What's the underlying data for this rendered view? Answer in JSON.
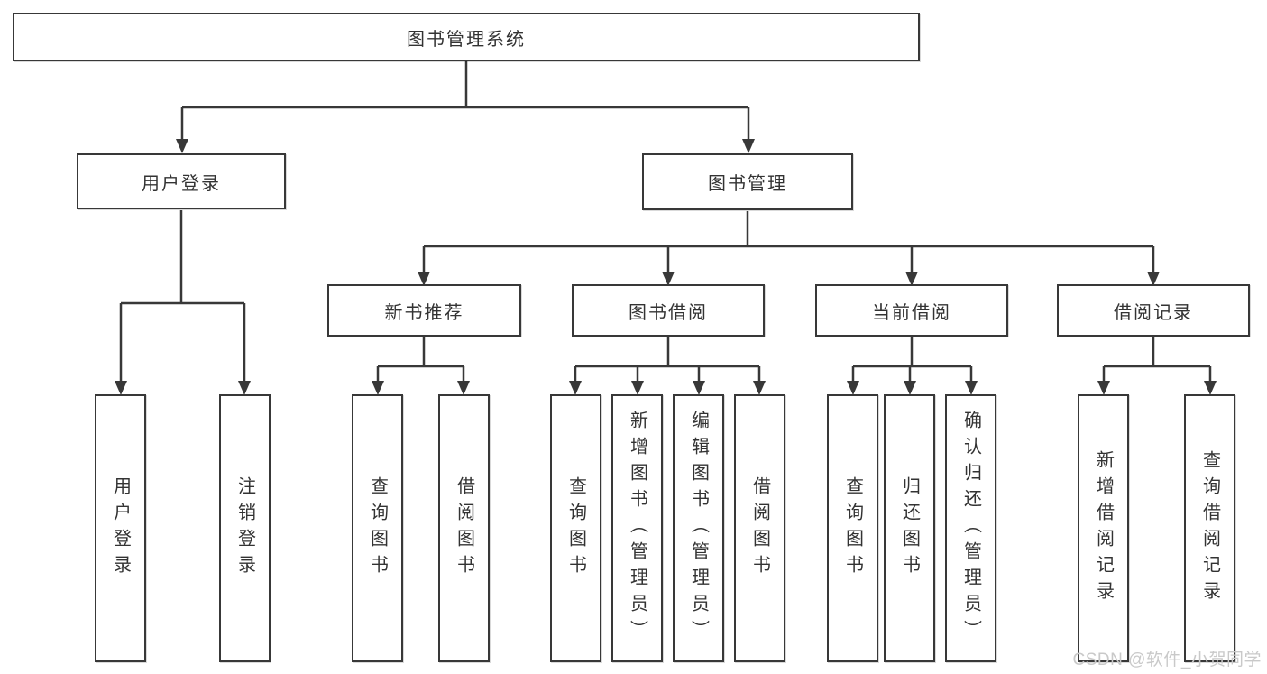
{
  "nodes": {
    "root": "图书管理系统",
    "l2_user_login": "用户登录",
    "l2_book_mgmt": "图书管理",
    "l3_new_book": "新书推荐",
    "l3_book_borrow": "图书借阅",
    "l3_current_borrow": "当前借阅",
    "l3_borrow_record": "借阅记录",
    "leaf_user_login": "用户登录",
    "leaf_logout": "注销登录",
    "leaf_nb_query": "查询图书",
    "leaf_nb_borrow": "借阅图书",
    "leaf_bb_query": "查询图书",
    "leaf_bb_add": "新增图书（管理员）",
    "leaf_bb_edit": "编辑图书（管理员）",
    "leaf_bb_borrow": "借阅图书",
    "leaf_cb_query": "查询图书",
    "leaf_cb_return": "归还图书",
    "leaf_cb_confirm": "确认归还（管理员）",
    "leaf_br_add": "新增借阅记录",
    "leaf_br_query": "查询借阅记录"
  },
  "structure": {
    "图书管理系统": {
      "用户登录": [
        "用户登录",
        "注销登录"
      ],
      "图书管理": {
        "新书推荐": [
          "查询图书",
          "借阅图书"
        ],
        "图书借阅": [
          "查询图书",
          "新增图书（管理员）",
          "编辑图书（管理员）",
          "借阅图书"
        ],
        "当前借阅": [
          "查询图书",
          "归还图书",
          "确认归还（管理员）"
        ],
        "借阅记录": [
          "新增借阅记录",
          "查询借阅记录"
        ]
      }
    }
  },
  "watermark": "CSDN @软件_小贺同学",
  "colors": {
    "line": "#383838",
    "box_border": "#383838",
    "box_fill": "#ffffff",
    "text": "#333333",
    "watermark": "#c9c9c9",
    "background": "#ffffff"
  }
}
